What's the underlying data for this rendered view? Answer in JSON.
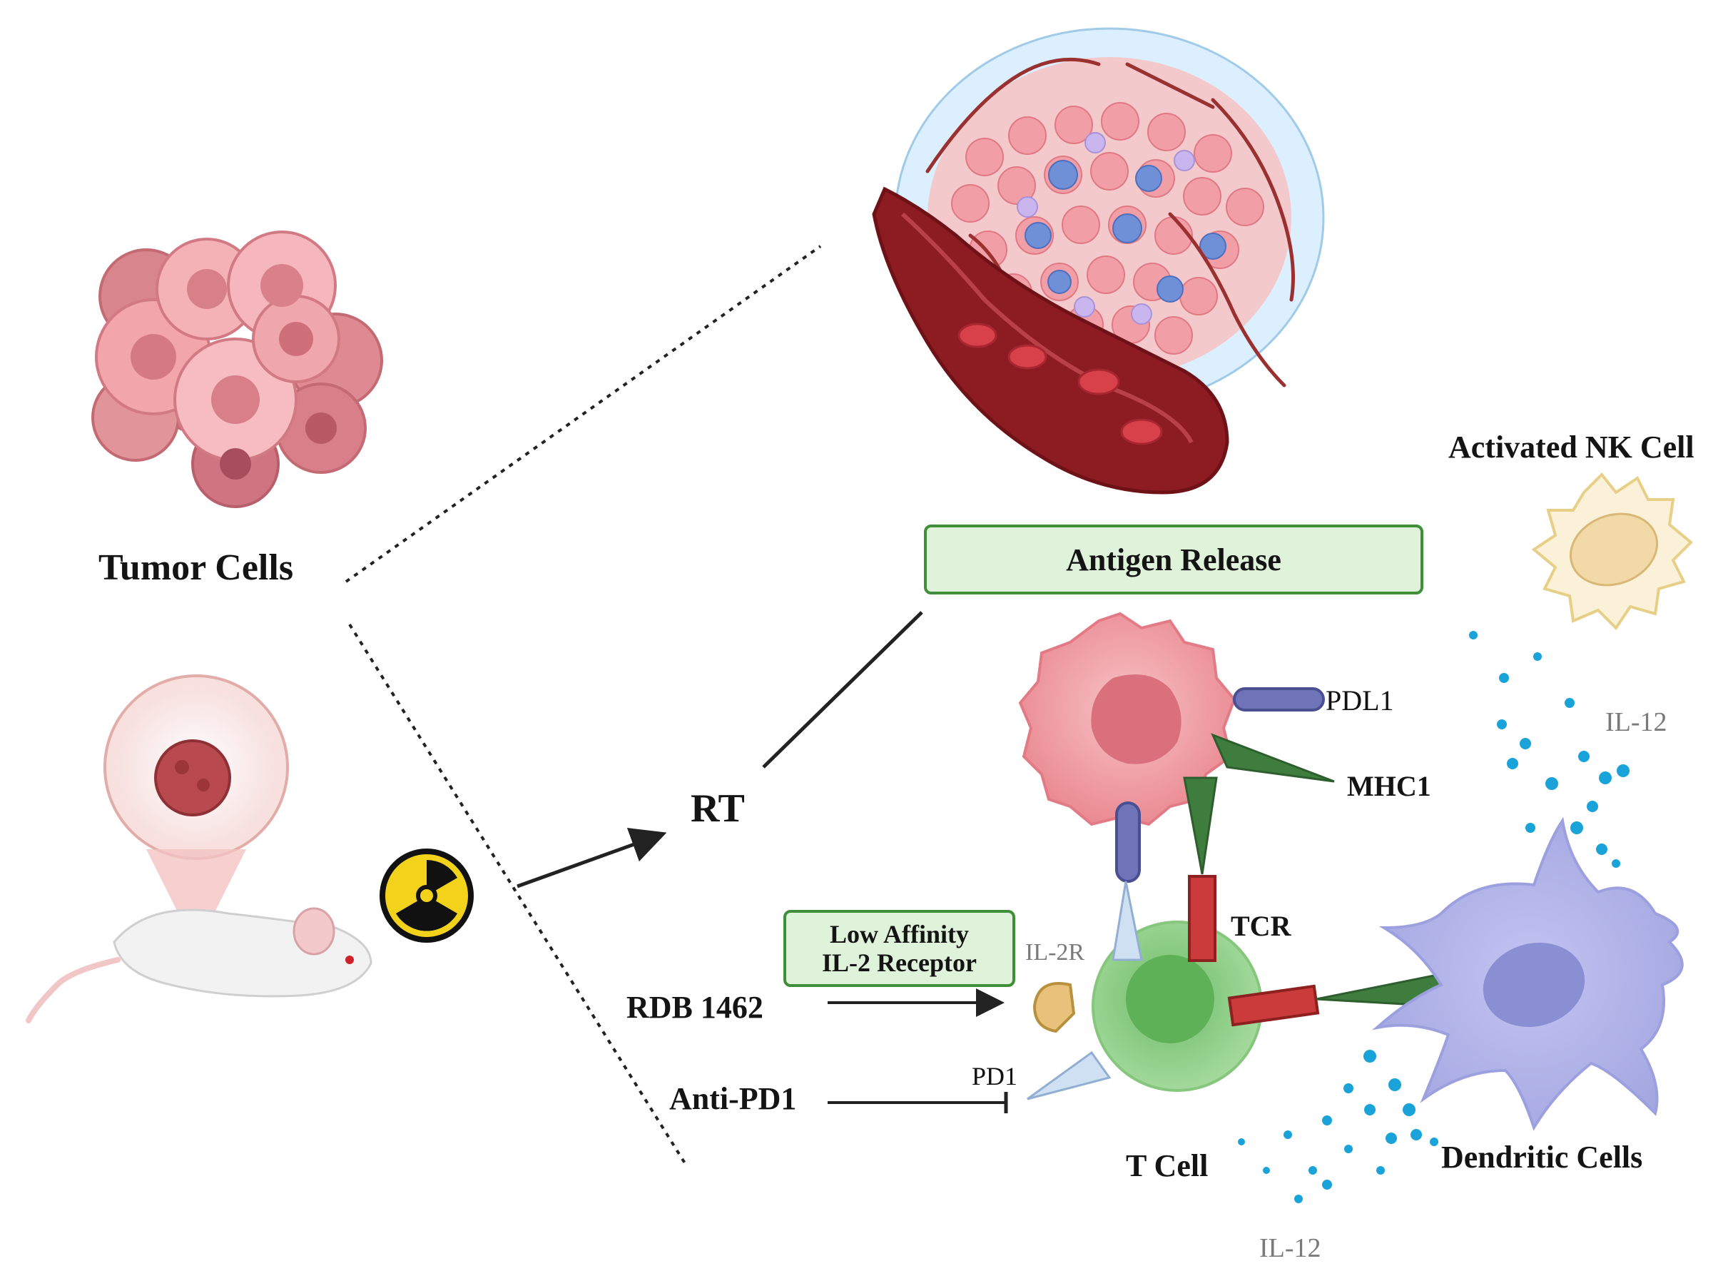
{
  "labels": {
    "tumor_cells": "Tumor Cells",
    "activated_nk_cell": "Activated NK Cell",
    "antigen_release": "Antigen Release",
    "rt": "RT",
    "pdl1": "PDL1",
    "mhc1": "MHC1",
    "il12_right": "IL-12",
    "tcr": "TCR",
    "il2r": "IL-2R",
    "low_affinity_line1": "Low Affinity",
    "low_affinity_line2": "IL-2 Receptor",
    "rdb": "RDB 1462",
    "pd1": "PD1",
    "anti_pd1": "Anti-PD1",
    "t_cell": "T Cell",
    "dendritic_cells": "Dendritic Cells",
    "il12_bottom": "IL-12"
  },
  "colors": {
    "box_fill": "#dff3da",
    "box_border": "#3f8f3a",
    "tumor_pink": "#f2a3a8",
    "tumor_nucleus": "#d9777f",
    "t_cell_green": "#8fcf87",
    "dendritic_purple": "#aeb0e6",
    "tcr_red": "#cc3b3b",
    "mhc_green": "#3f7d3f",
    "pdl1_blue": "#6f74b8",
    "il12_blue": "#1aa3d9",
    "radiation_yellow": "#f2d21b"
  },
  "icons": [
    "tumor-cluster-icon",
    "tumor-microenvironment-icon",
    "blood-vessel-icon",
    "nk-cell-icon",
    "mouse-icon",
    "radiation-icon",
    "tumor-cell-icon",
    "t-cell-icon",
    "dendritic-cell-icon"
  ]
}
